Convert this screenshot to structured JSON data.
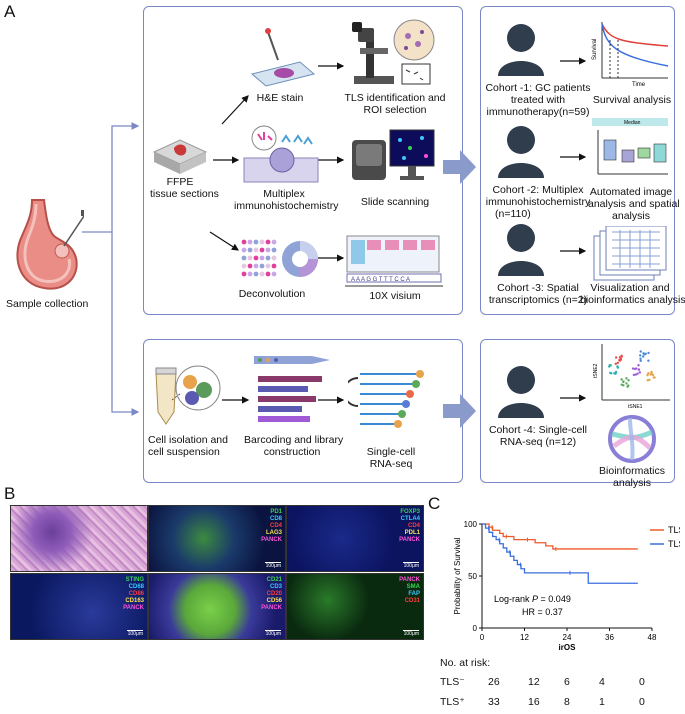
{
  "panels": {
    "a": "A",
    "b": "B",
    "c": "C"
  },
  "sample_collection": "Sample collection",
  "ffpe": [
    "FFPE",
    "tissue sections"
  ],
  "steps": {
    "he": "H&E stain",
    "tls_id": [
      "TLS identification and",
      "ROI selection"
    ],
    "mihc": [
      "Multiplex",
      "immunohistochemistry"
    ],
    "slide_scan": "Slide scanning",
    "deconv": "Deconvolution",
    "visium": "10X visium",
    "cell_iso": [
      "Cell isolation and",
      "cell suspension"
    ],
    "barcoding": [
      "Barcoding and library",
      "construction"
    ],
    "scrna": [
      "Single-cell",
      "RNA-seq"
    ]
  },
  "cohorts": {
    "c1": [
      "Cohort -1: GC patients",
      "treated with",
      "immunotherapy(n=59)"
    ],
    "c2": [
      "Cohort -2: Multiplex",
      "immunohistochemistry",
      "(n=110)"
    ],
    "c3": [
      "Cohort -3: Spatial",
      "transcriptomics (n=2)"
    ],
    "c4": [
      "Cohort -4: Single-cell",
      "RNA-seq (n=12)"
    ]
  },
  "analyses": {
    "a1": "Survival analysis",
    "a2": [
      "Automated image",
      "analysis and spatial",
      "analysis"
    ],
    "a3": [
      "Visualization and",
      "bioinformatics analysis"
    ],
    "a4": [
      "Bioinformatics",
      "analysis"
    ]
  },
  "mini_survival": {
    "ylabel": "Survival",
    "xlabel": "Time"
  },
  "mini_box": {
    "title": "Median"
  },
  "mini_tsne": {
    "xlabel": "tSNE1",
    "ylabel": "tSNE2"
  },
  "tiles": [
    {
      "channels": [],
      "scale": ""
    },
    {
      "channels": [
        [
          "PD1",
          "#39d353"
        ],
        [
          "CD8",
          "#3ec6ff"
        ],
        [
          "CD4",
          "#ff3b3b"
        ],
        [
          "LAG3",
          "#ffe14d"
        ],
        [
          "PANCK",
          "#ff4fd8"
        ]
      ],
      "scale": "100μm"
    },
    {
      "channels": [
        [
          "FOXP3",
          "#39d353"
        ],
        [
          "CTLA4",
          "#3ec6ff"
        ],
        [
          "CD4",
          "#ff3b3b"
        ],
        [
          "PDL1",
          "#ffe14d"
        ],
        [
          "PANCK",
          "#ff4fd8"
        ]
      ],
      "scale": "100μm"
    },
    {
      "channels": [
        [
          "STING",
          "#39d353"
        ],
        [
          "CD68",
          "#3ec6ff"
        ],
        [
          "CD86",
          "#ff3b3b"
        ],
        [
          "CD163",
          "#ffe14d"
        ],
        [
          "PANCK",
          "#ff4fd8"
        ]
      ],
      "scale": "100μm"
    },
    {
      "channels": [
        [
          "CD21",
          "#39d353"
        ],
        [
          "CD3",
          "#3ec6ff"
        ],
        [
          "CD20",
          "#ff3b3b"
        ],
        [
          "CD56",
          "#ffe14d"
        ],
        [
          "PANCK",
          "#ff4fd8"
        ]
      ],
      "scale": "100μm"
    },
    {
      "channels": [
        [
          "PANCK",
          "#ff4fd8"
        ],
        [
          "SMA",
          "#39d353"
        ],
        [
          "FAP",
          "#3ec6ff"
        ],
        [
          "CD31",
          "#ff3b3b"
        ]
      ],
      "scale": "100μm"
    }
  ],
  "chart_data": {
    "type": "line",
    "ylabel": "Probability of Survival",
    "xlabel": "irOS",
    "xlim": [
      0,
      48
    ],
    "ylim": [
      0,
      100
    ],
    "xticks": [
      0,
      12,
      24,
      36,
      48
    ],
    "yticks": [
      0,
      50,
      100
    ],
    "series": [
      {
        "name": "TLS+",
        "color": "#f05a28",
        "x": [
          0,
          2,
          3,
          5,
          6,
          8,
          9,
          12,
          15,
          18,
          20,
          22,
          44
        ],
        "y": [
          100,
          97,
          94,
          91,
          88,
          88,
          85,
          85,
          82,
          79,
          76,
          76,
          76
        ]
      },
      {
        "name": "TLS-",
        "color": "#3b6fe0",
        "x": [
          0,
          1,
          2,
          3,
          4,
          5,
          6,
          7,
          8,
          9,
          10,
          11,
          12,
          24,
          30,
          44
        ],
        "y": [
          100,
          96,
          92,
          88,
          85,
          81,
          77,
          73,
          69,
          65,
          61,
          57,
          53,
          53,
          43,
          43
        ]
      }
    ],
    "legend": [
      "TLS⁺",
      "TLS⁻"
    ],
    "annotations": {
      "logrank": "Log-rank",
      "p": "P",
      "p_value": "= 0.049",
      "hr": "HR = 0.37"
    },
    "risk_table": {
      "title": "No. at risk:",
      "rows": [
        {
          "label": "TLS⁻",
          "values": [
            "26",
            "12",
            "6",
            "4",
            "0"
          ]
        },
        {
          "label": "TLS⁺",
          "values": [
            "33",
            "16",
            "8",
            "1",
            "0"
          ]
        }
      ]
    }
  }
}
